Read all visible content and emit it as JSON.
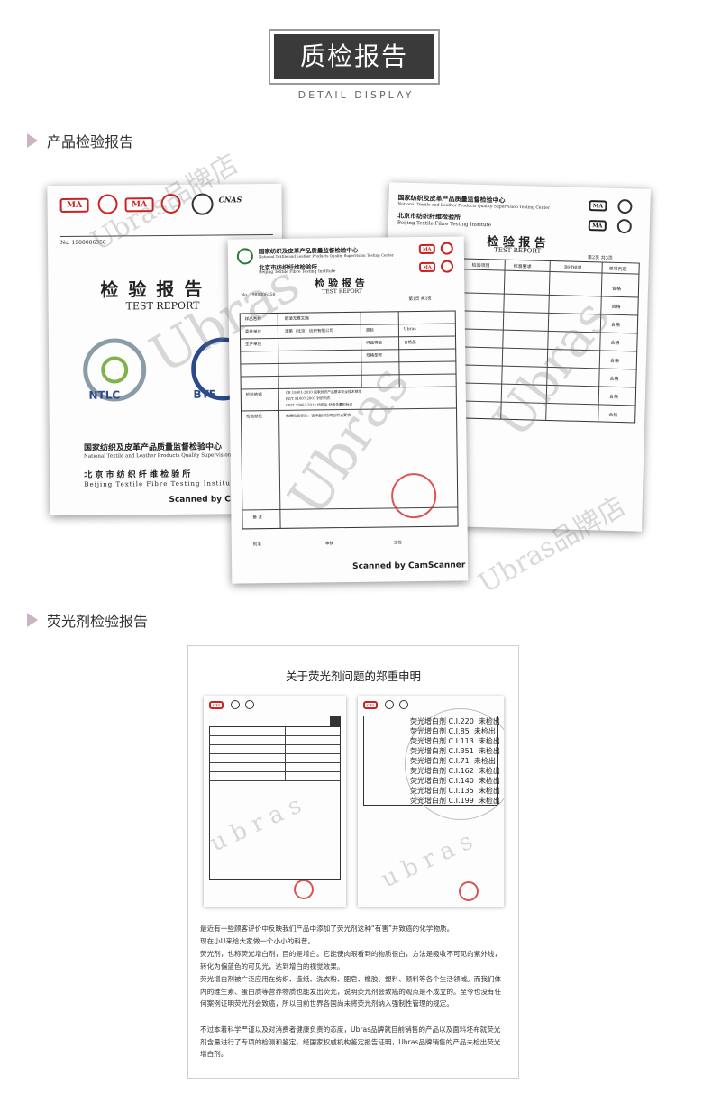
{
  "header": {
    "title": "质检报告",
    "subtitle": "DETAIL DISPLAY"
  },
  "section1": {
    "title": "产品检验报告"
  },
  "section2": {
    "title": "荧光剂检验报告"
  },
  "doc_left": {
    "report_no": "No. 1980006350",
    "title_cn": "检 验 报 告",
    "title_en": "TEST   REPORT",
    "logo_left": "NTLC",
    "logo_right": "BTF",
    "org_cn": "国家纺织及皮革产品质量监督检验中心",
    "org_en": "National Textile and Leather Products Quality Supervision Testing Center",
    "inst_cn": "北 京 市 纺 织 纤 维 检 验 所",
    "inst_en": "Beijing Textile Fibre Testing Institute",
    "scanned": "Scanned by CamScanner"
  },
  "doc_middle": {
    "org_cn": "国家纺织及皮革产品质量监督检验中心",
    "org_en": "National Textile and Leather Products Quality Supervision Testing Center",
    "inst_cn": "北京市纺织纤维检验所",
    "inst_en": "Beijing Textile Fibre Testing Institute",
    "title_cn": "检 验 报 告",
    "title_en": "TEST   REPORT",
    "report_no": "No. 1980006350",
    "page": "第1页  共3页",
    "sample_name_label": "样品名称",
    "sample_name": "舒适无痕文胸",
    "applicant_label": "委托单位",
    "applicant": "澳策（北京）纺织有限公司",
    "manufacturer_label": "生产单位",
    "trademark_label": "商标",
    "trademark": "Ubras",
    "grade_label": "样品等级",
    "grade": "合格品",
    "spec_label": "规格型号",
    "standards_label": "检验依据",
    "standard_1": "GB 18401-2010  国家纺织产品基本安全技术规范",
    "standard_2": "FZ/T 81007-2007  针织内衣",
    "standard_3": "GB/T 29862-2013  纺织品 纤维含量的标识",
    "result_label": "检验结论",
    "result": "依据检验标准，该样品所检项目符合要求",
    "remarks_label": "备 注",
    "approved_label": "批准",
    "inspected_label": "审核",
    "typed_label": "主检",
    "scanned": "Scanned by CamScanner",
    "watermark": "Ubras"
  },
  "doc_right": {
    "org_cn": "国家纺织及皮革产品质量监督检验中心",
    "org_en": "National Textile and Leather Products Quality Supervision Testing Center",
    "inst_cn": "北京市纺织纤维检验所",
    "inst_en": "Beijing Textile Fibre Testing Institute",
    "title_cn": "检 验 报 告",
    "title_en": "TEST   REPORT",
    "page": "第2页  共3页",
    "col_headers": [
      "检验项目",
      "标准要求",
      "测试结果",
      "单项判定"
    ],
    "verdicts": [
      "合格",
      "合格",
      "合格",
      "合格",
      "合格",
      "合格",
      "合格",
      "合格"
    ],
    "watermark": "Ubras"
  },
  "watermarks": {
    "brand_store": "Ubras品牌店",
    "ubras": "Ubras",
    "ubras_spaced": "u b r a s"
  },
  "statement": {
    "title": "关于荧光剂问题的郑重申明",
    "fluorescent_list": [
      {
        "name": "荧光增白剂 C.I.220",
        "result": "未检出"
      },
      {
        "name": "荧光增白剂 C.I.85",
        "result": "未检出"
      },
      {
        "name": "荧光增白剂 C.I.113",
        "result": "未检出"
      },
      {
        "name": "荧光增白剂 C.I.351",
        "result": "未检出"
      },
      {
        "name": "荧光增白剂 C.I.71",
        "result": "未检出"
      },
      {
        "name": "荧光增白剂 C.I.162",
        "result": "未检出"
      },
      {
        "name": "荧光增白剂 C.I.140",
        "result": "未检出"
      },
      {
        "name": "荧光增白剂 C.I.135",
        "result": "未检出"
      },
      {
        "name": "荧光增白剂 C.I.199",
        "result": "未检出"
      }
    ],
    "paragraphs": [
      "最近有一些顾客评价中反映我们产品中添加了荧光剂这种“有害”并致癌的化学物质。",
      "现在小U来给大家做一个小小的科普。",
      "荧光剂，也称荧光增白剂，目的是增白。它能使肉眼看到的物质很白，方法是吸收不可见的紫外线，转化为偏蓝色的可见光，达到增白的视觉效果。",
      "荧光增白剂被广泛应用在纺织、造纸、洗衣粉、肥皂、橡胶、塑料、颜料等各个生活领域。而我们体内的维生素、蛋白质等营养物质也能发出荧光，说明荧光剂会致癌的观点是不成立的。至今也没有任何案例证明荧光剂会致癌，所以目前世界各国尚未将荧光剂纳入强制性管理的规定。",
      "不过本着科学严谨以及对消费者健康负责的态度，Ubras品牌就目前销售的产品以及面料坯布就荧光剂含量进行了专项的检测和鉴定，经国家权威机构鉴定报告证明，Ubras品牌销售的产品未检出荧光增白剂。"
    ]
  }
}
